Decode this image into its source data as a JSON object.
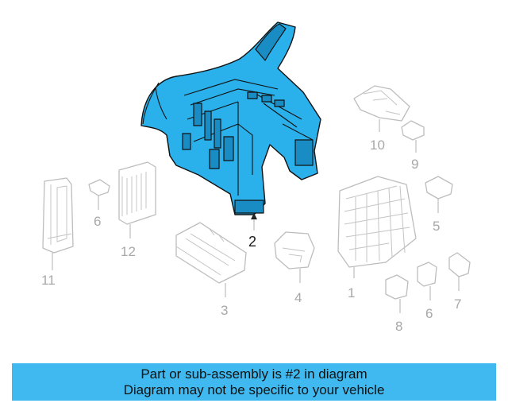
{
  "labels": {
    "p1": "1",
    "p2": "2",
    "p3": "3",
    "p4": "4",
    "p5": "5",
    "p6a": "6",
    "p6b": "6",
    "p7": "7",
    "p8": "8",
    "p9": "9",
    "p10": "10",
    "p11": "11",
    "p12": "12"
  },
  "banner": {
    "line1": "Part or sub-assembly is #2 in diagram",
    "line2": "Diagram may not be specific to your vehicle"
  },
  "colors": {
    "highlight": "#2ab0ea",
    "banner": "#3fb9ef",
    "ghost": "#bdbdbd"
  }
}
